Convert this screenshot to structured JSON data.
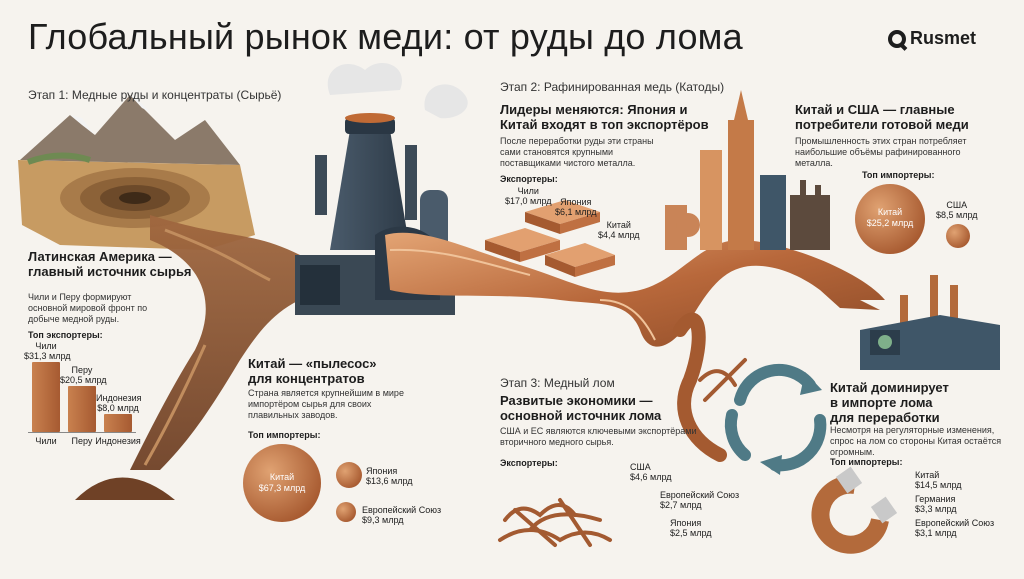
{
  "title": "Глобальный рынок меди: от руды до лома",
  "logo": "Rusmet",
  "stage1": {
    "label": "Этап 1: Медные руды и концентраты (Сырьё)",
    "heading_line1": "Латинская Америка —",
    "heading_line2": "главный источник сырья",
    "text": "Чили и Перу формируют основной мировой фронт по добыче медной руды.",
    "exporters_label": "Топ экспортеры:",
    "bars": [
      {
        "name": "Чили",
        "value": "$31,3 млрд",
        "amount": 31.3
      },
      {
        "name": "Перу",
        "value": "$20,5 млрд",
        "amount": 20.5
      },
      {
        "name": "Индонезия",
        "value": "$8,0 млрд",
        "amount": 8.0
      }
    ]
  },
  "china_conc": {
    "heading_line1": "Китай — «пылесос»",
    "heading_line2": "для концентратов",
    "text": "Страна является крупнейшим в мире импортёром сырья для своих плавильных заводов.",
    "importers_label": "Топ импортеры:",
    "main_name": "Китай",
    "main_value": "$67,3 млрд",
    "others": [
      {
        "name": "Япония",
        "value": "$13,6 млрд"
      },
      {
        "name": "Европейский Союз",
        "value": "$9,3 млрд"
      }
    ]
  },
  "stage2": {
    "label": "Этап 2: Рафинированная медь (Катоды)",
    "heading_line1": "Лидеры меняются: Япония и",
    "heading_line2": "Китай входят в топ экспортёров",
    "text": "После переработки руды эти страны сами становятся крупными поставщиками чистого металла.",
    "exporters_label": "Экспортеры:",
    "exporters": [
      {
        "name": "Чили",
        "value": "$17,0 млрд"
      },
      {
        "name": "Япония",
        "value": "$6,1 млрд"
      },
      {
        "name": "Китай",
        "value": "$4,4 млрд"
      }
    ]
  },
  "consumers": {
    "heading_line1": "Китай и США — главные",
    "heading_line2": "потребители готовой меди",
    "text": "Промышленность этих стран потребляет наибольшие объёмы рафинированного металла.",
    "importers_label": "Топ импортеры:",
    "main_name": "Китай",
    "main_value": "$25,2 млрд",
    "other_name": "США",
    "other_value": "$8,5 млрд"
  },
  "stage3": {
    "label": "Этап 3: Медный лом",
    "heading_line1": "Развитые экономики —",
    "heading_line2": "основной источник лома",
    "text": "США и ЕС являются ключевыми экспортёрами вторичного медного сырья.",
    "exporters_label": "Экспортеры:",
    "exporters": [
      {
        "name": "США",
        "value": "$4,6 млрд"
      },
      {
        "name": "Европейский Союз",
        "value": "$2,7 млрд"
      },
      {
        "name": "Япония",
        "value": "$2,5 млрд"
      }
    ]
  },
  "scrap_import": {
    "heading_line1": "Китай доминирует",
    "heading_line2": "в импорте лома",
    "heading_line3": "для переработки",
    "text": "Несмотря на регуляторные изменения, спрос на лом со стороны Китая остаётся огромным.",
    "importers_label": "Топ импортеры:",
    "importers": [
      {
        "name": "Китай",
        "value": "$14,5 млрд"
      },
      {
        "name": "Германия",
        "value": "$3,3 млрд"
      },
      {
        "name": "Европейский Союз",
        "value": "$3,1 млрд"
      }
    ]
  }
}
